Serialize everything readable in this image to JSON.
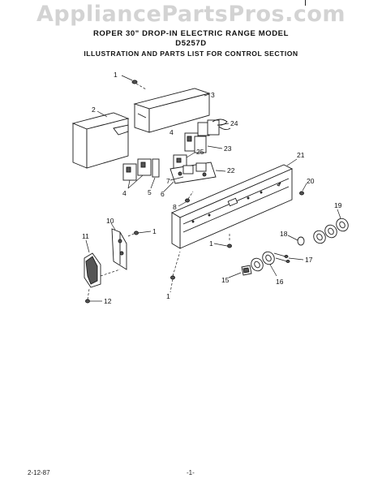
{
  "watermark": "AppliancePartsPros.com",
  "header": {
    "line1": "ROPER 30\" DROP-IN ELECTRIC RANGE MODEL",
    "line2": "D5257D",
    "line3": "ILLUSTRATION AND PARTS LIST FOR CONTROL SECTION"
  },
  "callouts": {
    "c1a": "1",
    "c3": "3",
    "c2": "2",
    "c24": "24",
    "c4a": "4",
    "c25": "25",
    "c23": "23",
    "c21": "21",
    "c22": "22",
    "c7": "7",
    "c20": "20",
    "c6": "6",
    "c5": "5",
    "c4b": "4",
    "c8": "8",
    "c19": "19",
    "c10": "10",
    "c1b": "1",
    "c11": "11",
    "c18": "18",
    "c1c": "1",
    "c17": "17",
    "c15": "15",
    "c16": "16",
    "c12": "12",
    "c1d": "1"
  },
  "footer": {
    "date": "2-12-87",
    "page": "-1-"
  }
}
